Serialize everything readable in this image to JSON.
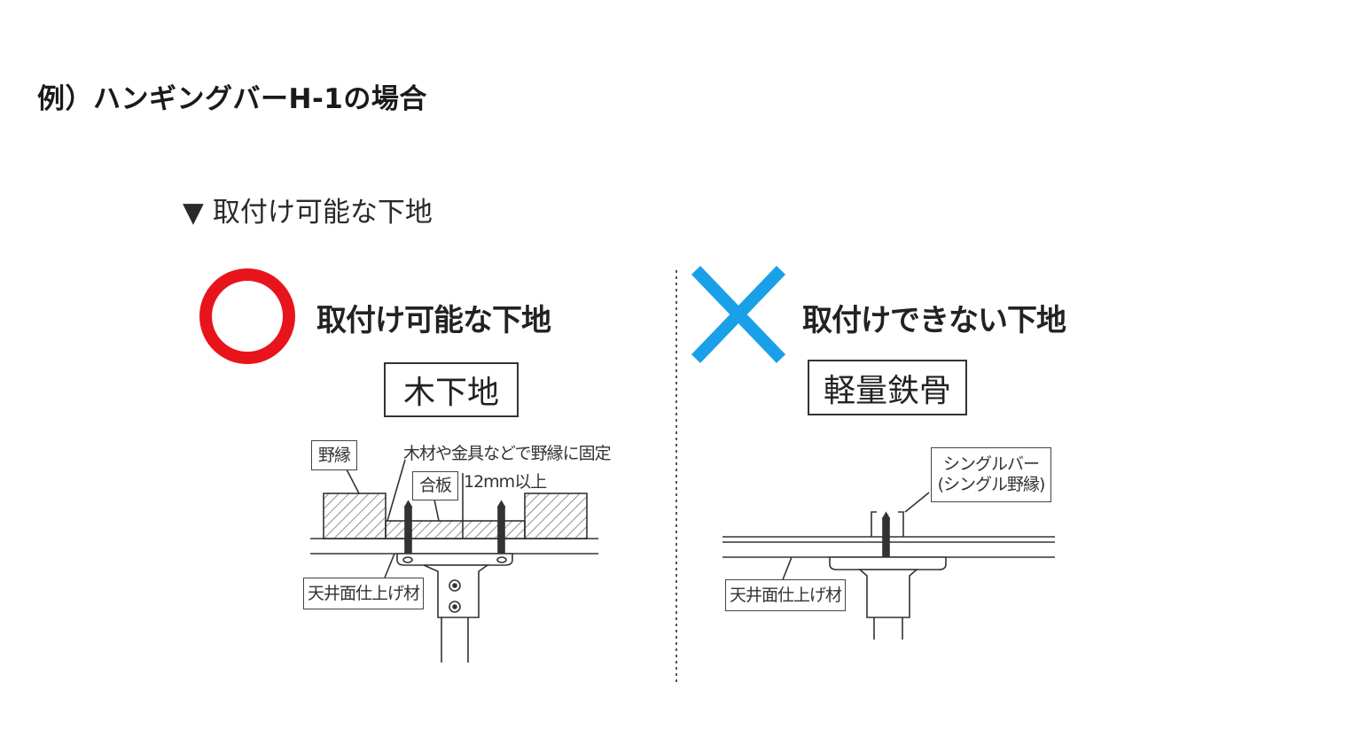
{
  "page_title": "例）ハンギングバーH-1の場合",
  "section_heading": {
    "marker": "▼",
    "text": "取付け可能な下地"
  },
  "ok_panel": {
    "heading": "取付け可能な下地",
    "material": "木下地",
    "labels": {
      "nobuchi": "野縁",
      "fixing_note": "木材や金具などで野縁に固定",
      "plywood": "合板",
      "thickness": "12mm以上",
      "ceiling": "天井面仕上げ材"
    },
    "symbol_color": "#e8141c"
  },
  "ng_panel": {
    "heading": "取付けできない下地",
    "material": "軽量鉄骨",
    "labels": {
      "single_bar_line1": "シングルバー",
      "single_bar_line2": "(シングル野縁)",
      "ceiling": "天井面仕上げ材"
    },
    "symbol_color": "#1aa0e8"
  }
}
